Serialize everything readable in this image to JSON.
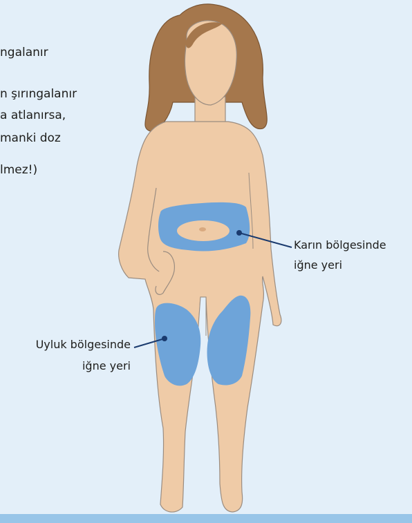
{
  "intro_lines": [
    "ngalanır",
    "n şırıngalanır",
    "a atlanırsa,",
    "manki doz",
    "lmez!)"
  ],
  "labels": {
    "abdomen_line1": "Karın bölgesinde",
    "abdomen_line2": "iğne yeri",
    "thigh_line1": "Uyluk bölgesinde",
    "thigh_line2": "iğne yeri"
  },
  "colors": {
    "panel_background": "#e3eff9",
    "floor_stripe": "#98c5e8",
    "skin": "#efcba7",
    "skin_outline": "#9a8c80",
    "hair": "#a5774c",
    "injection_zone": "#6ea4d9",
    "navel": "#d9a97f",
    "leader_line": "#1a3a6e",
    "text": "#1d1d1b"
  }
}
